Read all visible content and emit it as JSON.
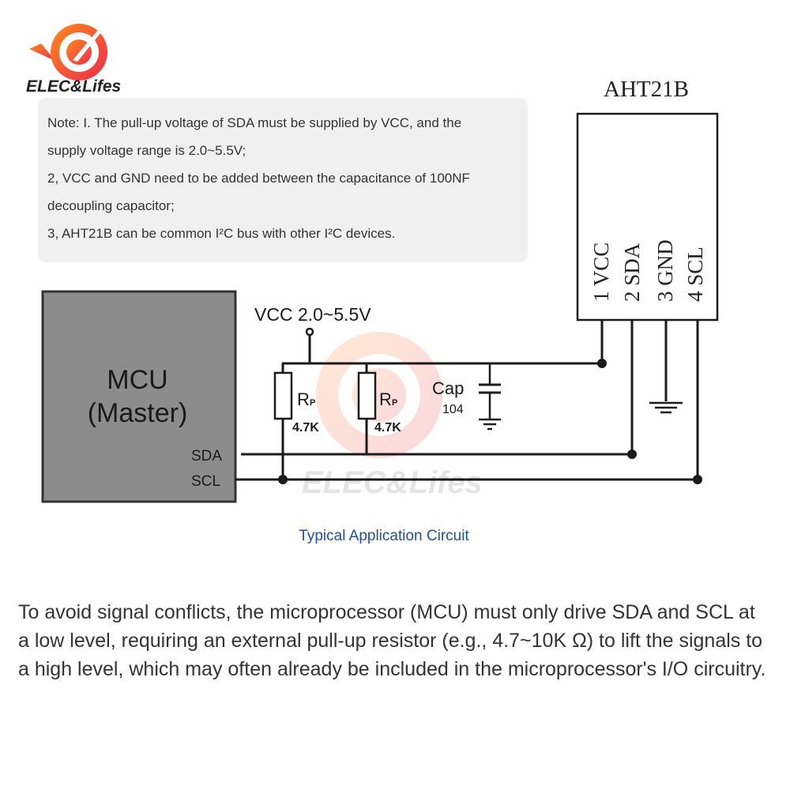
{
  "brand": {
    "name": "ELEC&Lifes",
    "accent": "#f05a22"
  },
  "note": {
    "lines": [
      "Note: I. The pull-up voltage of SDA must be supplied by VCC, and the",
      "supply voltage range is 2.0~5.5V;",
      "2, VCC and GND need to be added between the capacitance of 100NF",
      "decoupling capacitor;",
      "3, AHT21B can be common I²C bus with other I²C devices."
    ]
  },
  "circuit": {
    "sensor_name": "AHT21B",
    "pins": [
      "1 VCC",
      "2 SDA",
      "3 GND",
      "4 SCL"
    ],
    "mcu_title": "MCU",
    "mcu_subtitle": "(Master)",
    "mcu_sda": "SDA",
    "mcu_scl": "SCL",
    "vcc_label": "VCC 2.0~5.5V",
    "resistor_label": "R",
    "resistor_sub": "P",
    "resistor_value": "4.7K",
    "cap_label": "Cap",
    "cap_value": "104",
    "watermark": "ELEC&Lifes"
  },
  "caption": "Typical Application Circuit",
  "paragraph": "To avoid signal conflicts, the microprocessor (MCU) must only drive SDA and SCL at a low level, requiring an external pull-up resistor (e.g., 4.7~10K Ω) to lift the signals to a high level, which may often already be included in the microprocessor's I/O circuitry."
}
